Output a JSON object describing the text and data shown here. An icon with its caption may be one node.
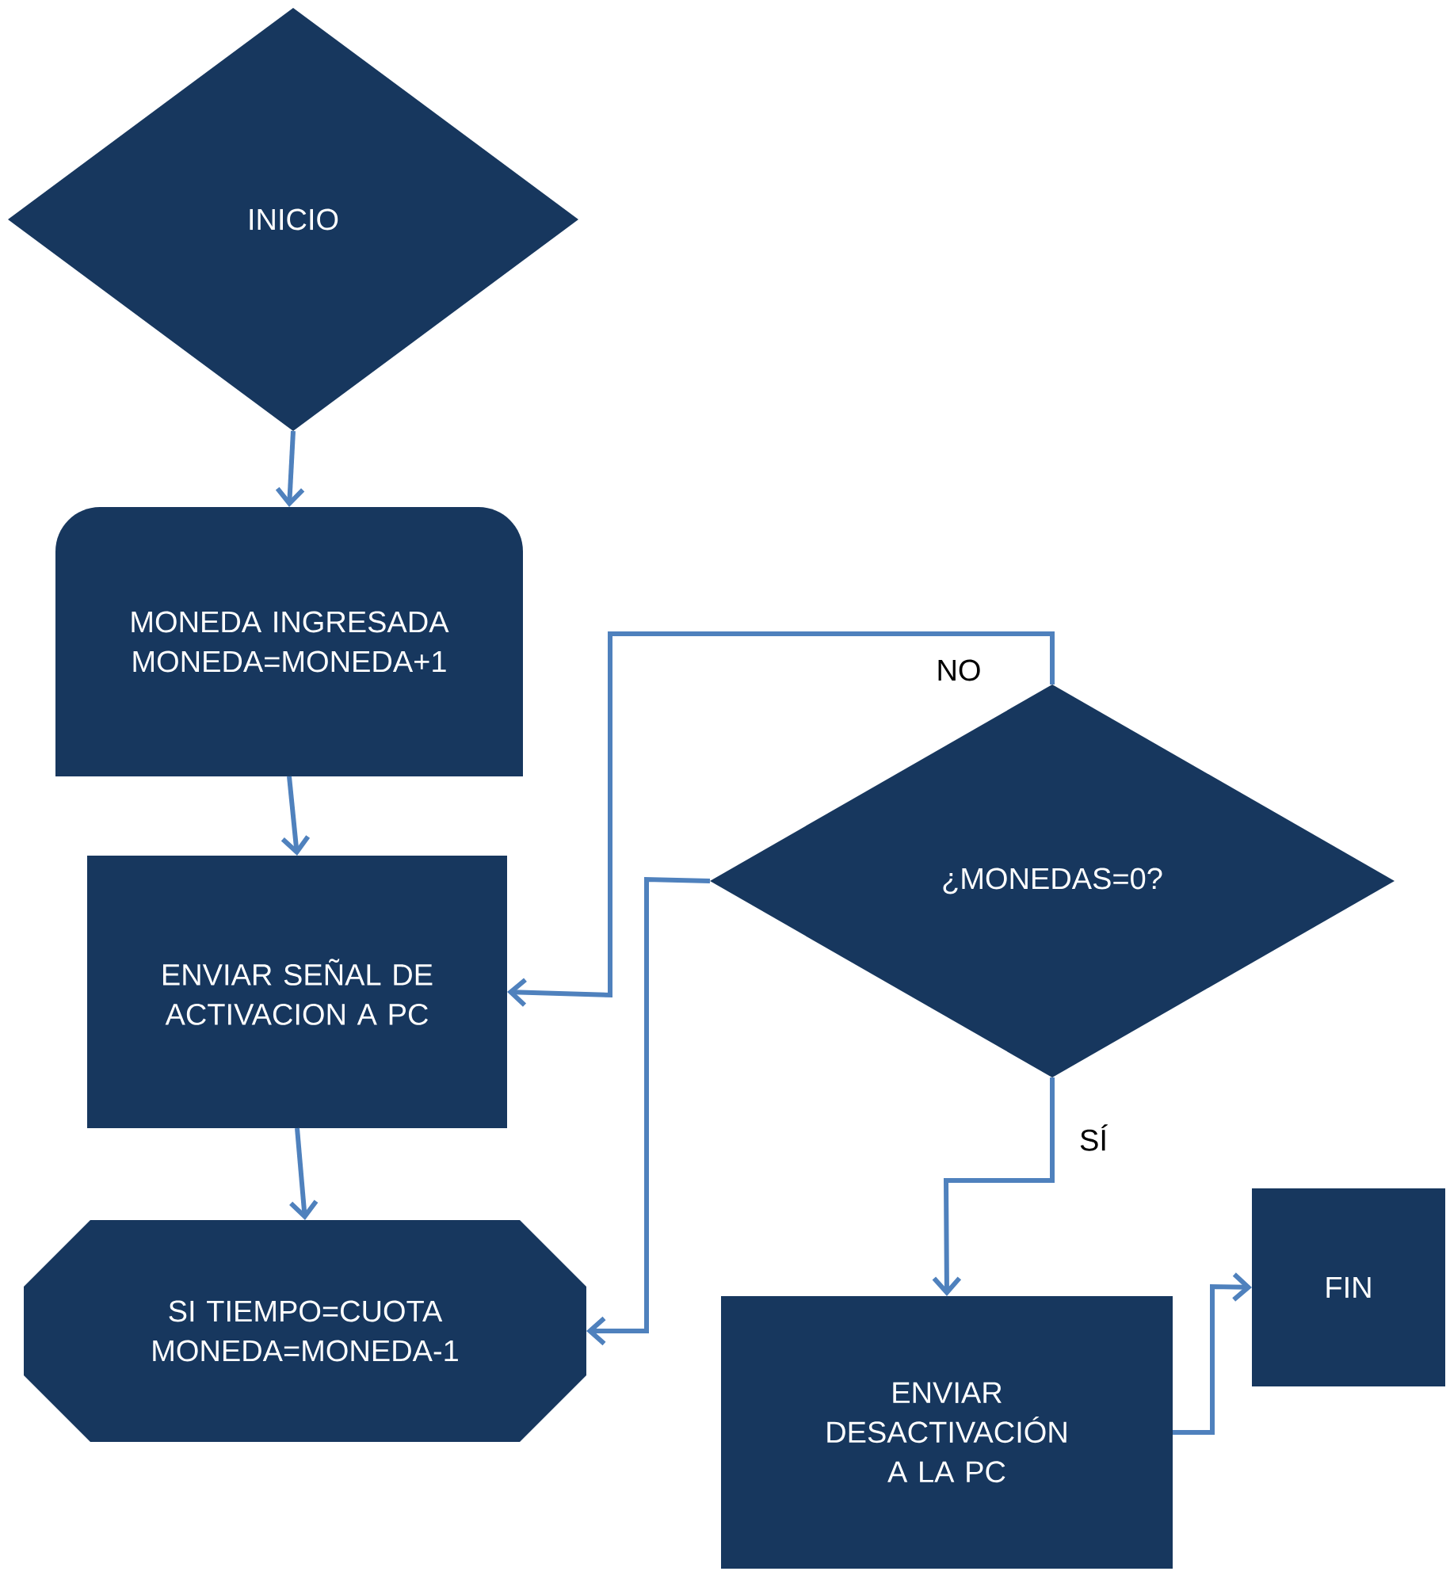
{
  "diagram": {
    "nodes": [
      {
        "text": [
          "INICIO"
        ]
      },
      {
        "text": [
          "MONEDA INGRESADA MONEDA=MONEDA+1"
        ]
      },
      {
        "text": [
          "ENVIAR SEÑAL DE ACTIVACION A PC"
        ]
      },
      {
        "text": [
          "SI TIEMPO=CUOTA MONEDA=MONEDA-1"
        ]
      },
      {
        "text": [
          "¿MONEDAS=0?"
        ]
      },
      {
        "text": [
          "ENVIAR DESACTIVACIÓN A LA PC"
        ]
      },
      {
        "text": [
          "FIN"
        ]
      }
    ],
    "edges": [
      {
        "from": 0,
        "to": 1,
        "arrow": "to"
      },
      {
        "from": 1,
        "to": 2,
        "arrow": "to"
      },
      {
        "from": 2,
        "to": 3,
        "arrow": "to"
      },
      {
        "from": 4,
        "to": 2,
        "arrow": "to",
        "label": "NO"
      },
      {
        "from": 4,
        "to": 3,
        "arrow": "to"
      },
      {
        "from": 4,
        "to": 5,
        "arrow": "to",
        "label": "SÍ"
      },
      {
        "from": 5,
        "to": 6,
        "arrow": "to"
      }
    ]
  }
}
